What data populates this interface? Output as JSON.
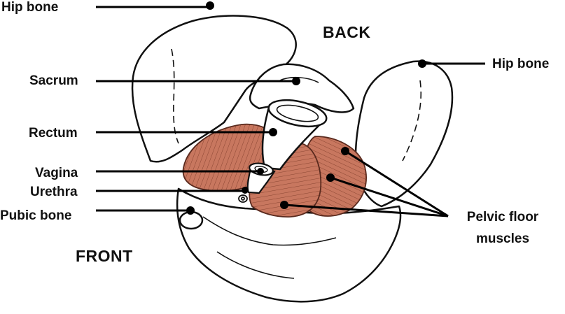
{
  "labels": {
    "hip_bone_left": "Hip bone",
    "hip_bone_right": "Hip bone",
    "sacrum": "Sacrum",
    "rectum": "Rectum",
    "vagina": "Vagina",
    "urethra": "Urethra",
    "pubic_bone": "Pubic bone",
    "pelvic_floor_line1": "Pelvic floor",
    "pelvic_floor_line2": "muscles"
  },
  "orientation": {
    "back": "BACK",
    "front": "FRONT"
  },
  "colors": {
    "muscle": "#c8775f",
    "muscle_fiber": "#7a3a2a",
    "bone_outline": "#111111",
    "leader_line": "#000000"
  }
}
